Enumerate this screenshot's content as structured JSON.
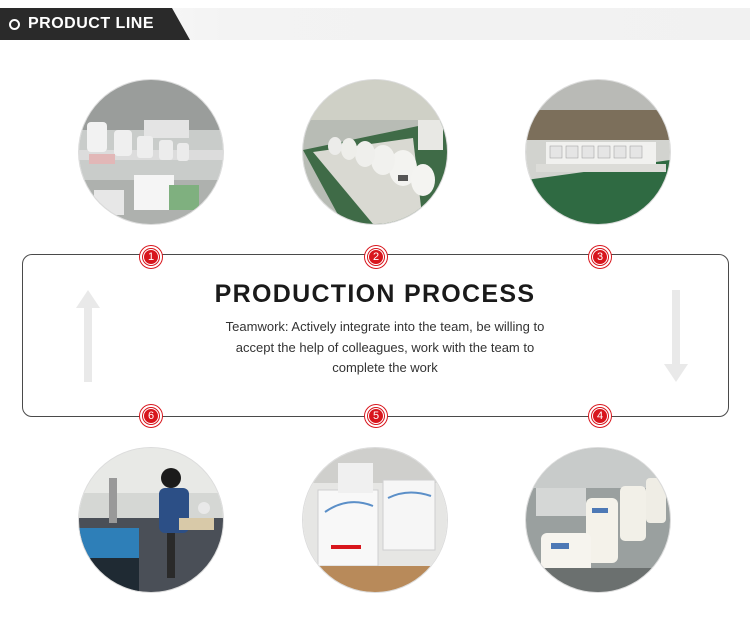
{
  "header": {
    "title": "PRODUCT LINE",
    "icon": "circle-dot-icon"
  },
  "process": {
    "title": "PRODUCTION PROCESS",
    "description_lines": [
      "Teamwork: Actively integrate into the team, be willing to",
      "accept the help of colleagues, work with the team to",
      "complete the work"
    ]
  },
  "steps": [
    {
      "number": "1",
      "photo": "assembly-room-photo"
    },
    {
      "number": "2",
      "photo": "production-line-photo"
    },
    {
      "number": "3",
      "photo": "warehouse-line-photo"
    },
    {
      "number": "4",
      "photo": "finished-units-photo"
    },
    {
      "number": "5",
      "photo": "packed-units-photo"
    },
    {
      "number": "6",
      "photo": "worker-assembly-photo"
    }
  ],
  "colors": {
    "accent": "#d8161d",
    "header_bg": "#2a2a2a",
    "border": "#4a4a4a"
  }
}
